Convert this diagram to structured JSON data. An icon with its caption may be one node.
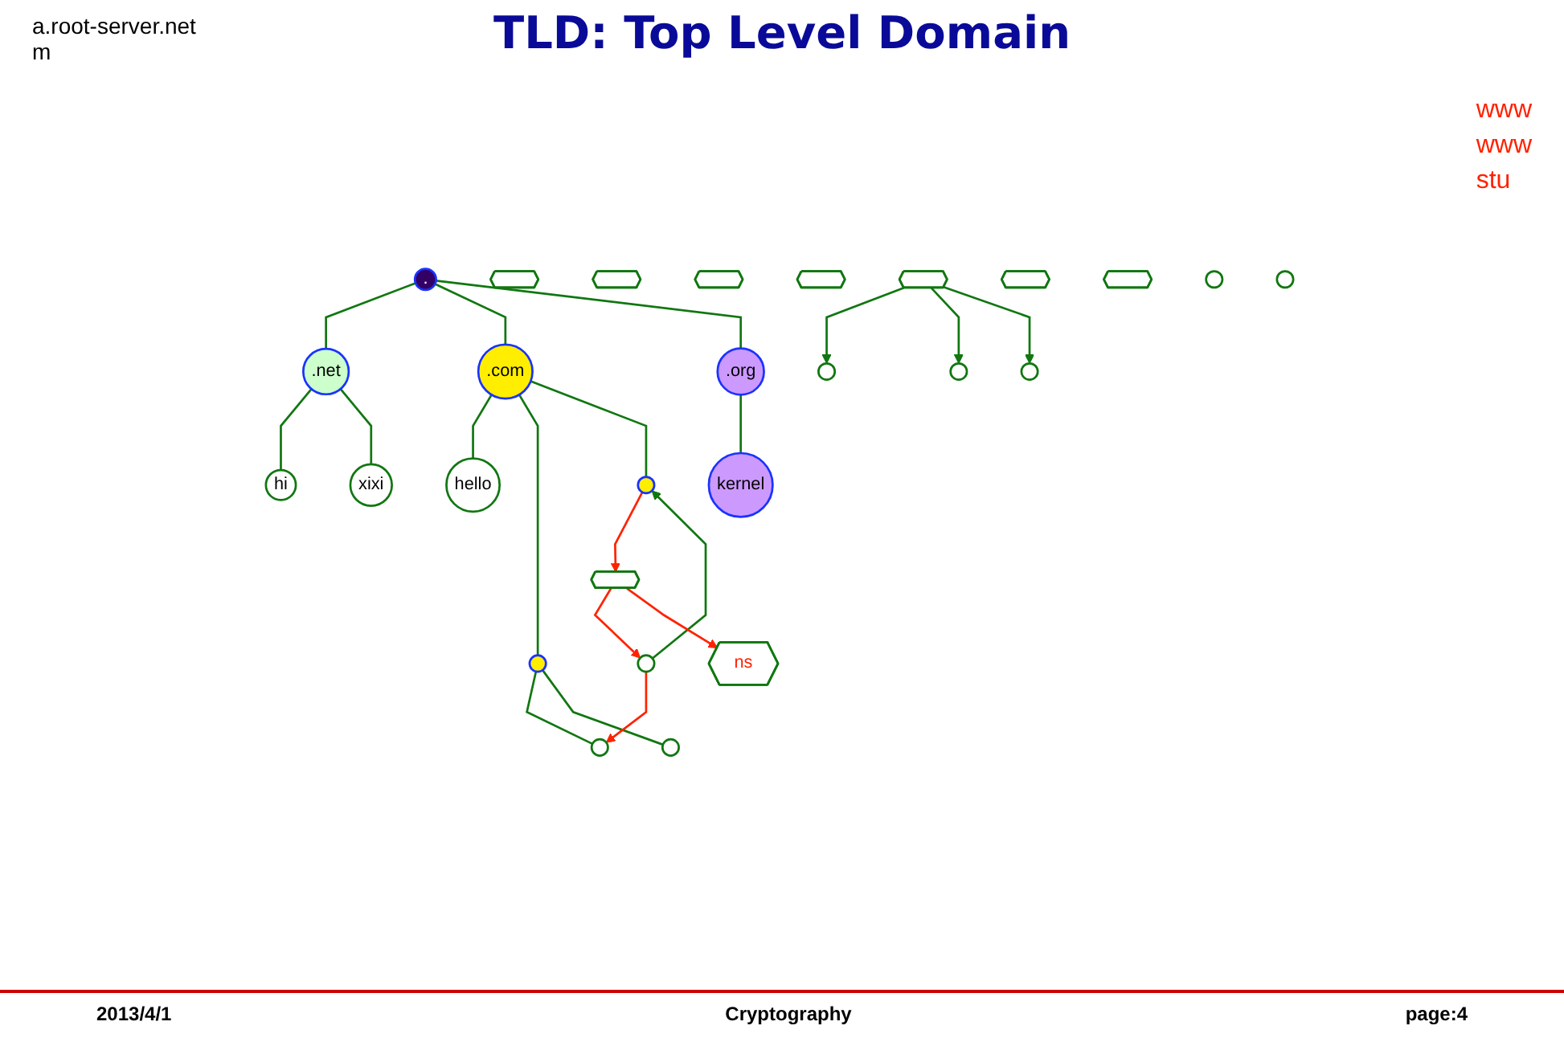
{
  "diagram": {
    "title": "TLD: Top Level Domain",
    "nodes": [
      {
        "text": [
          "."
        ]
      },
      {
        "text": [
          ".net"
        ]
      },
      {
        "text": [
          ".com"
        ]
      },
      {
        "text": [
          ".org"
        ]
      },
      {
        "text": [
          "hi"
        ]
      },
      {
        "text": [
          "xixi"
        ]
      },
      {
        "text": [
          "hello"
        ]
      },
      {
        "text": [],
        "shape": "circle"
      },
      {
        "text": [],
        "shape": "circle"
      },
      {
        "text": [
          "kernel"
        ]
      },
      {
        "text": [],
        "shape": "circle"
      },
      {
        "text": [],
        "shape": "circle"
      },
      {
        "text": [],
        "shape": "circle"
      },
      {
        "text": [],
        "shape": "hexagon"
      },
      {
        "text": [],
        "shape": "hexagon"
      },
      {
        "text": [],
        "shape": "hexagon"
      },
      {
        "text": [],
        "shape": "hexagon"
      },
      {
        "text": [],
        "shape": "hexagon"
      },
      {
        "text": [],
        "shape": "hexagon"
      },
      {
        "text": [],
        "shape": "hexagon"
      },
      {
        "text": [],
        "shape": "circle"
      },
      {
        "text": [],
        "shape": "circle"
      },
      {
        "text": [],
        "shape": "circle"
      },
      {
        "text": [],
        "shape": "circle"
      },
      {
        "text": [],
        "shape": "circle"
      },
      {
        "text": [
          "ns"
        ]
      },
      {
        "text": [],
        "shape": "hexagon"
      }
    ],
    "edges": [
      {
        "from": 0,
        "to": 1,
        "arrow": "none"
      },
      {
        "from": 0,
        "to": 2,
        "arrow": "none"
      },
      {
        "from": 0,
        "to": 3,
        "arrow": "none"
      },
      {
        "from": 1,
        "to": 4,
        "arrow": "none"
      },
      {
        "from": 1,
        "to": 5,
        "arrow": "none"
      },
      {
        "from": 2,
        "to": 6,
        "arrow": "none"
      },
      {
        "from": 2,
        "to": 7,
        "arrow": "none"
      },
      {
        "from": 2,
        "to": 8,
        "arrow": "none"
      },
      {
        "from": 3,
        "to": 9,
        "arrow": "none"
      },
      {
        "from": 7,
        "to": 10,
        "arrow": "none"
      },
      {
        "from": 7,
        "to": 11,
        "arrow": "none"
      },
      {
        "from": 12,
        "to": 8,
        "arrow": "to"
      },
      {
        "from": 17,
        "to": 20,
        "arrow": "to"
      },
      {
        "from": 17,
        "to": 21,
        "arrow": "to"
      },
      {
        "from": 17,
        "to": 22,
        "arrow": "to"
      },
      {
        "from": 8,
        "to": 26,
        "arrow": "to",
        "color": "#ff2200"
      },
      {
        "from": 26,
        "to": 12,
        "arrow": "to",
        "color": "#ff2200"
      },
      {
        "from": 12,
        "to": 10,
        "arrow": "to",
        "color": "#ff2200"
      },
      {
        "from": 26,
        "to": 25,
        "arrow": "to",
        "color": "#ff2200"
      }
    ],
    "labels": [
      "a.root-server.net",
      "m",
      "www",
      "www",
      "stu",
      "2013/4/1",
      "Cryptography",
      "page:4"
    ]
  }
}
